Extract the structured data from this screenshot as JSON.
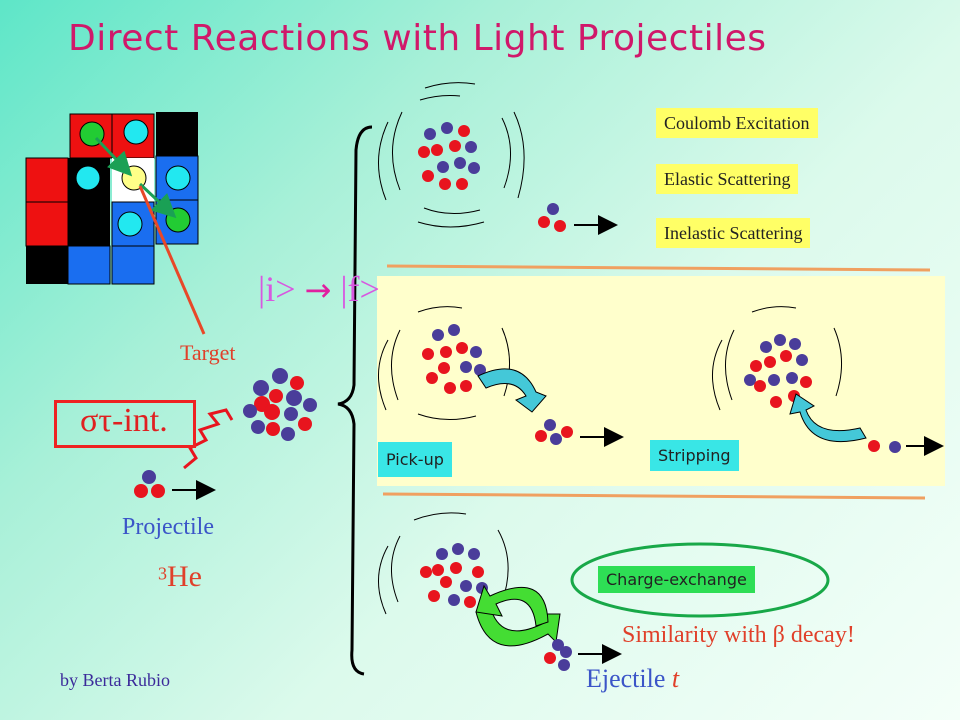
{
  "title": "Direct Reactions with Light Projectiles",
  "transition": {
    "initial": "|i>",
    "arrow": "→",
    "final": "|f>"
  },
  "labels": {
    "target": "Target",
    "interaction": "στ-int.",
    "projectile": "Projectile",
    "projectile_isotope_mass": "3",
    "projectile_isotope_symbol": "He",
    "ejectile_word": "Ejectile",
    "ejectile_symbol": "t",
    "similarity": "Similarity with β decay!",
    "author": "by Berta Rubio"
  },
  "reactions": {
    "coulomb": "Coulomb Excitation",
    "elastic": "Elastic Scattering",
    "inelastic": "Inelastic Scattering",
    "pickup": "Pick-up",
    "stripping": "Stripping",
    "charge_exchange": "Charge-exchange"
  },
  "colors": {
    "title": "#d0186a",
    "proton": "#e8141e",
    "neutron": "#4a3d9a",
    "label_yellow": "#ffff66",
    "label_cyan": "#39e6e6",
    "label_green": "#2ede55",
    "panel": "#ffffcc",
    "divider": "#f0a060"
  }
}
